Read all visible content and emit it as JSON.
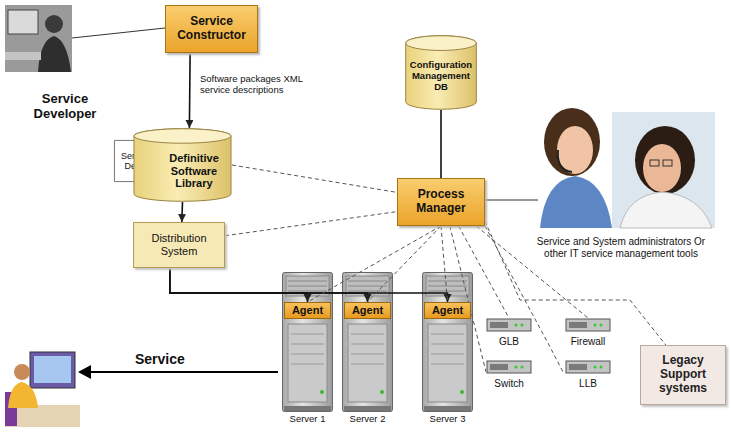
{
  "diagram": {
    "nodes": [
      {
        "text": [
          "Service Constructor"
        ]
      },
      {
        "text": [
          "Configuration Management DB"
        ]
      },
      {
        "text": [
          "Service Desc."
        ]
      },
      {
        "text": [
          "Definitive Software Library"
        ]
      },
      {
        "text": [
          "Distribution System"
        ]
      },
      {
        "text": [
          "Process Manager"
        ]
      },
      {
        "text": [
          "Agent"
        ]
      },
      {
        "text": [
          "Agent"
        ]
      },
      {
        "text": [
          "Agent"
        ]
      },
      {
        "text": [
          "GLB"
        ]
      },
      {
        "text": [
          "Firewall"
        ]
      },
      {
        "text": [
          "Switch"
        ]
      },
      {
        "text": [
          "LLB"
        ]
      },
      {
        "text": [
          "Legacy Support systems"
        ]
      }
    ],
    "edges": [
      {
        "from": 0,
        "to": 3,
        "arrow": "to",
        "label": "Software packages XML service descriptions"
      },
      {
        "from": 3,
        "to": 4,
        "arrow": "to"
      },
      {
        "from": 3,
        "to": 5,
        "arrow": "none"
      },
      {
        "from": 4,
        "to": 5,
        "arrow": "none"
      },
      {
        "from": 4,
        "to": 6,
        "arrow": "to"
      },
      {
        "from": 4,
        "to": 7,
        "arrow": "to"
      },
      {
        "from": 4,
        "to": 8,
        "arrow": "to"
      },
      {
        "from": 1,
        "to": 5,
        "arrow": "none"
      },
      {
        "from": 5,
        "to": 6,
        "arrow": "none"
      },
      {
        "from": 5,
        "to": 7,
        "arrow": "none"
      },
      {
        "from": 5,
        "to": 8,
        "arrow": "none"
      },
      {
        "from": 5,
        "to": 9,
        "arrow": "none"
      },
      {
        "from": 5,
        "to": 10,
        "arrow": "none"
      },
      {
        "from": 5,
        "to": 11,
        "arrow": "none"
      },
      {
        "from": 5,
        "to": 12,
        "arrow": "none"
      },
      {
        "from": 5,
        "to": 13,
        "arrow": "none"
      }
    ],
    "labels": [
      "Service Developer",
      "Service and System administrators Or other IT service management tools",
      "Service",
      "Server 1",
      "Server 2",
      "Server 3"
    ]
  }
}
